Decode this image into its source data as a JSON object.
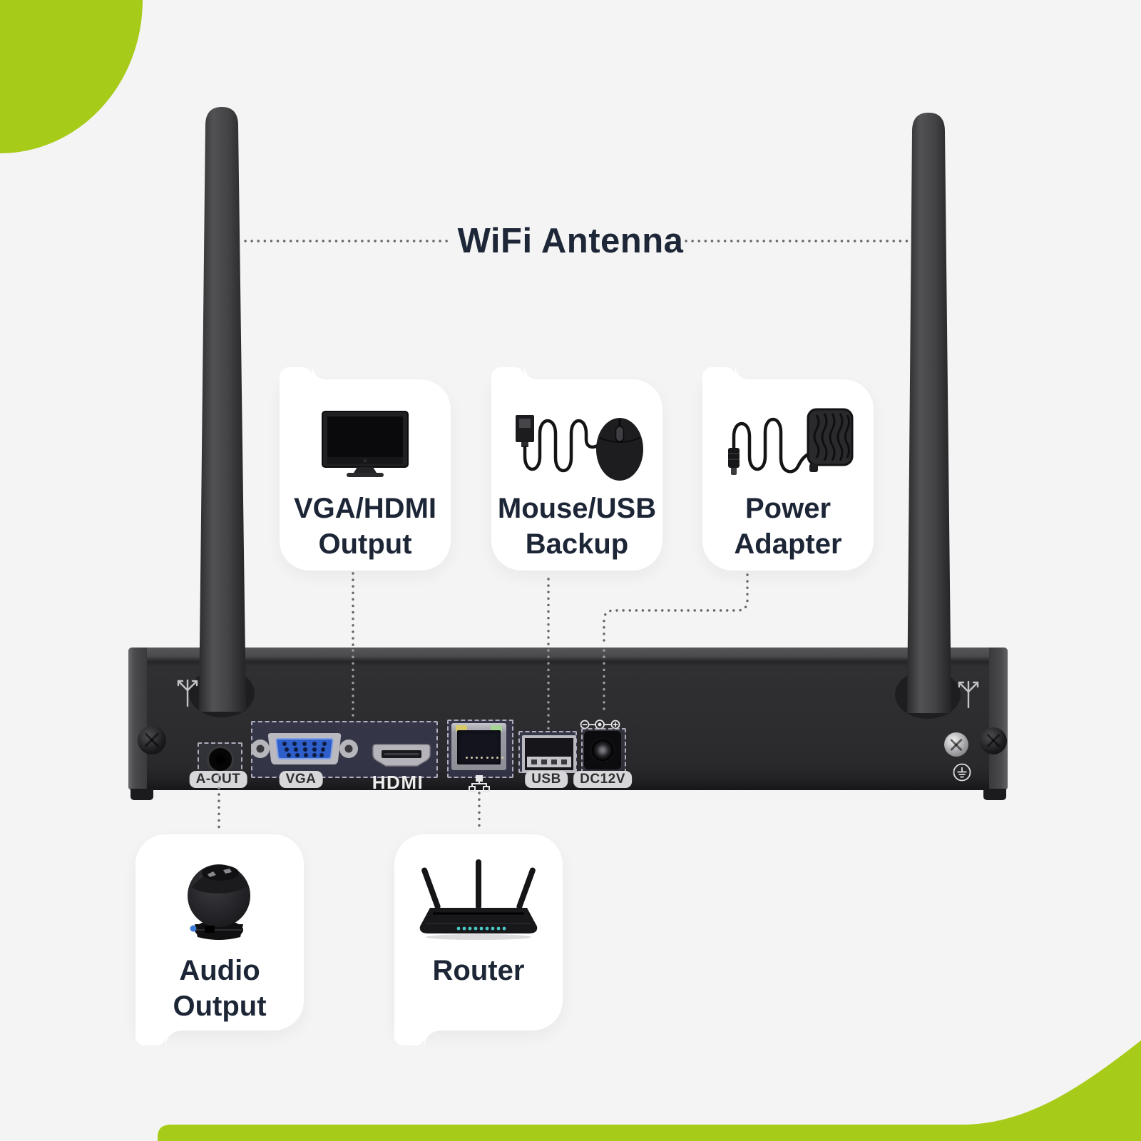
{
  "colors": {
    "background": "#f4f4f4",
    "accent_green": "#a7cb19",
    "card": "#ffffff",
    "headline_text": "#1e2737",
    "device_body": "#2c2c2e",
    "port_panel_navy": "#3e3e5f",
    "dotted_line": "#64666c"
  },
  "headline": {
    "label": "WiFi Antenna"
  },
  "callouts": {
    "vga_hdmi": {
      "line1": "VGA/HDMI",
      "line2": "Output",
      "icon": "monitor-icon"
    },
    "mouse_usb": {
      "line1": "Mouse/USB",
      "line2": "Backup",
      "icon": "mouse-icon"
    },
    "power": {
      "line1": "Power",
      "line2": "Adapter",
      "icon": "power-adapter-icon"
    },
    "audio": {
      "line1": "Audio",
      "line2": "Output",
      "icon": "speaker-icon"
    },
    "router": {
      "line1": "Router",
      "line2": "",
      "icon": "router-icon"
    }
  },
  "device_ports": {
    "audio_out_label": "A-OUT",
    "vga_label": "VGA",
    "hdmi_label": "HDMI",
    "usb_label": "USB",
    "dc_power_label": "DC12V"
  },
  "icons": {
    "antenna-symbol": "printed antenna glyph on chassis",
    "ground-symbol": "earth-ground glyph on chassis",
    "polarity-symbol": "center-positive DC polarity glyph",
    "lan-icon": "ethernet network glyph under RJ45 port"
  }
}
